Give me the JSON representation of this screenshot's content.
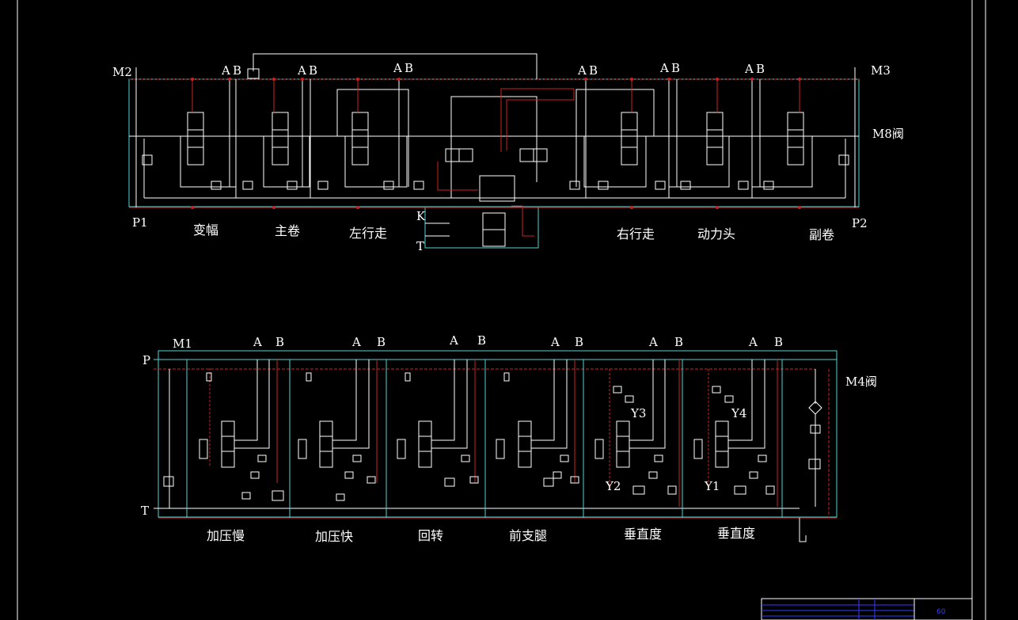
{
  "valve_m8": {
    "port_left_top": "M2",
    "port_right_top": "M3",
    "port_left_bottom": "P1",
    "port_right_bottom": "P2",
    "valve_name": "M8阀",
    "port_k": "K",
    "port_t": "T",
    "sections": [
      {
        "label": "变幅",
        "port_a": "A",
        "port_b": "B"
      },
      {
        "label": "主卷",
        "port_a": "A",
        "port_b": "B"
      },
      {
        "label": "左行走",
        "port_a": "A",
        "port_b": "B"
      },
      {
        "label": "右行走",
        "port_a": "A",
        "port_b": "B"
      },
      {
        "label": "动力头",
        "port_a": "A",
        "port_b": "B"
      },
      {
        "label": "副卷",
        "port_a": "A",
        "port_b": "B"
      }
    ]
  },
  "valve_m4": {
    "port_m": "M1",
    "port_p": "P",
    "port_t": "T",
    "valve_name": "M4阀",
    "sections": [
      {
        "label": "加压慢",
        "port_a": "A",
        "port_b": "B"
      },
      {
        "label": "加压快",
        "port_a": "A",
        "port_b": "B"
      },
      {
        "label": "回转",
        "port_a": "A",
        "port_b": "B"
      },
      {
        "label": "前支腿",
        "port_a": "A",
        "port_b": "B"
      },
      {
        "label": "垂直度",
        "port_a": "A",
        "port_b": "B"
      },
      {
        "label": "垂直度",
        "port_a": "A",
        "port_b": "B"
      }
    ],
    "solenoids": [
      "Y3",
      "Y2",
      "Y4",
      "Y1"
    ]
  },
  "title_block": {
    "cell_a": "60"
  },
  "colors": {
    "background": "#000000",
    "line_white": "#ffffff",
    "line_red": "#cc2222",
    "line_cyan": "#4fd2d2",
    "frame": "#ffffff",
    "title_block_text": "#3a3aff"
  }
}
